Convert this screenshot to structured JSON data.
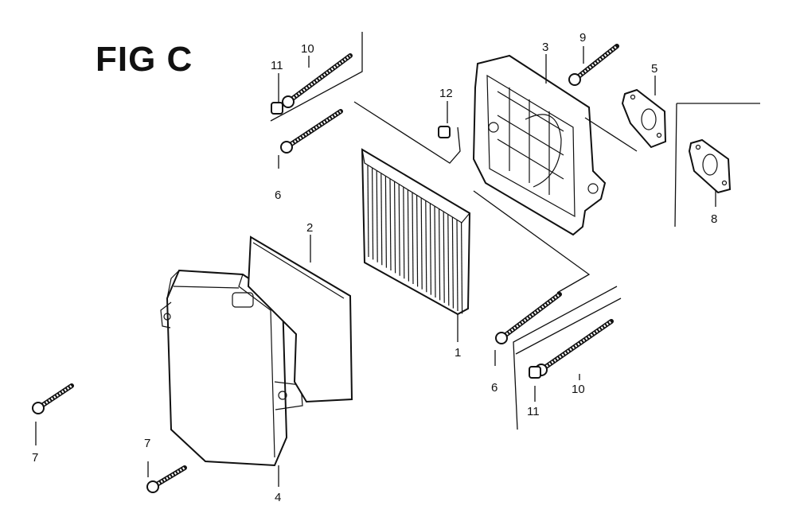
{
  "figure": {
    "title": "FIG C"
  },
  "callouts": {
    "c1": "1",
    "c2": "2",
    "c3": "3",
    "c4": "4",
    "c5": "5",
    "c6a": "6",
    "c6b": "6",
    "c7a": "7",
    "c7b": "7",
    "c8": "8",
    "c9": "9",
    "c10a": "10",
    "c10b": "10",
    "c11a": "11",
    "c11b": "11",
    "c12": "12"
  },
  "colors": {
    "ink": "#111111",
    "paper": "#ffffff"
  }
}
